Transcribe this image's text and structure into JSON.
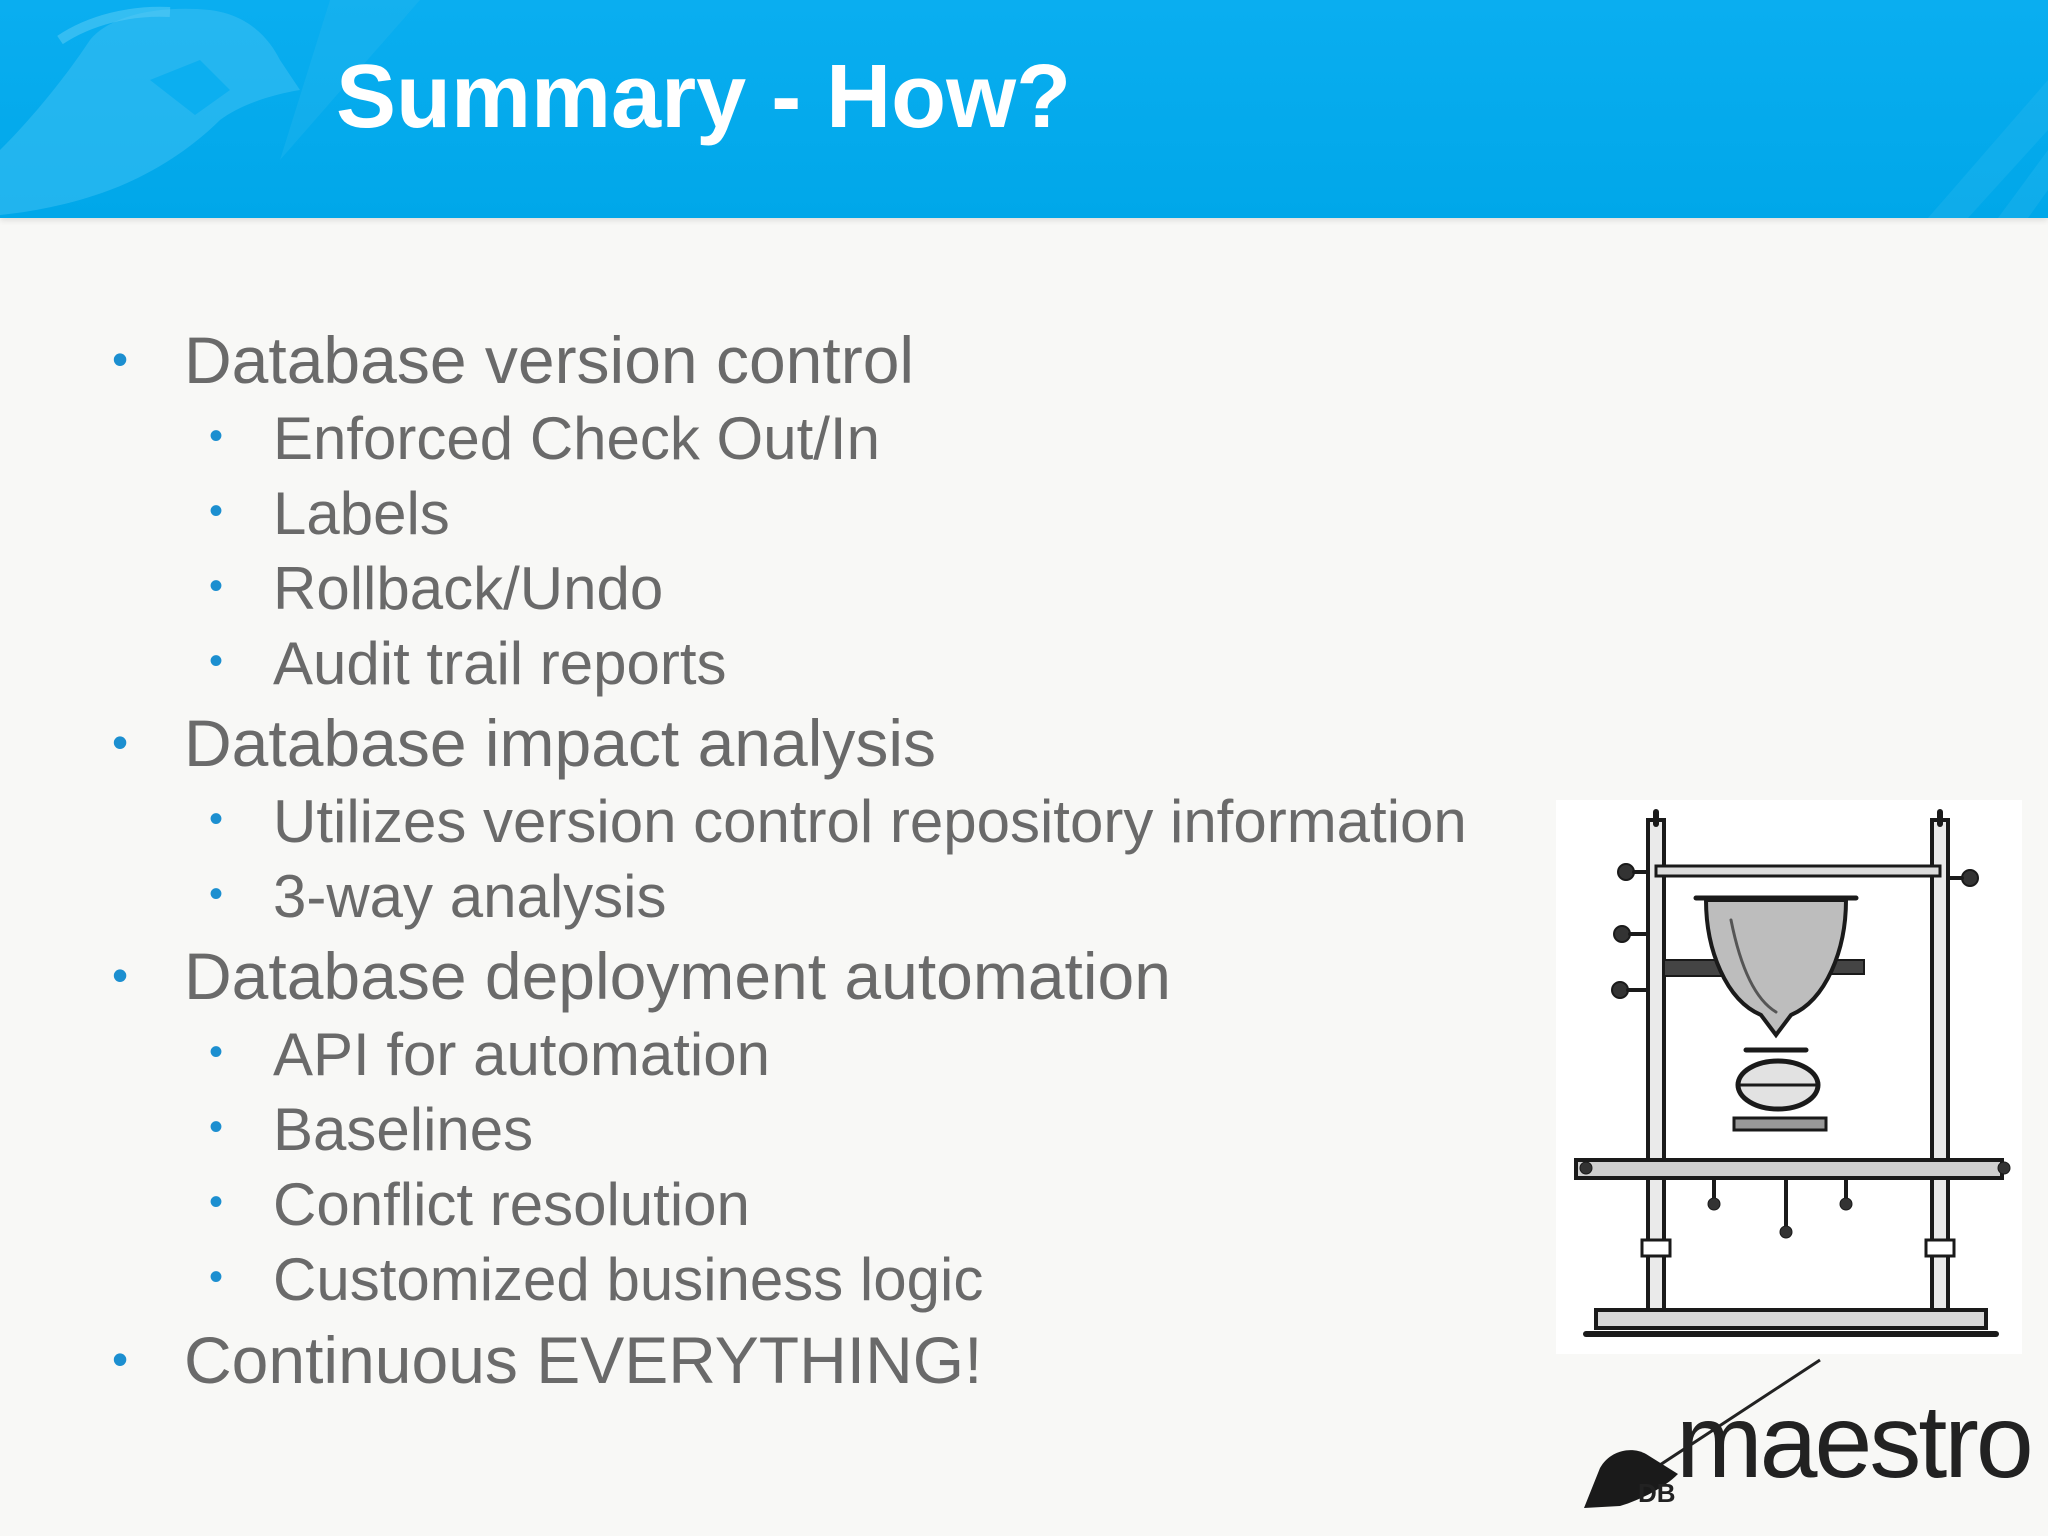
{
  "slide": {
    "title": "Summary - How?",
    "bullets": [
      {
        "text": "Database version control",
        "level": 1
      },
      {
        "text": "Enforced Check Out/In",
        "level": 2
      },
      {
        "text": "Labels",
        "level": 2
      },
      {
        "text": "Rollback/Undo",
        "level": 2
      },
      {
        "text": "Audit trail reports",
        "level": 2
      },
      {
        "text": "Database impact analysis",
        "level": 1
      },
      {
        "text": "Utilizes version control repository information",
        "level": 2
      },
      {
        "text": "3-way analysis",
        "level": 2
      },
      {
        "text": "Database deployment automation",
        "level": 1
      },
      {
        "text": "API for automation",
        "level": 2
      },
      {
        "text": "Baselines",
        "level": 2
      },
      {
        "text": "Conflict resolution",
        "level": 2
      },
      {
        "text": "Customized business logic",
        "level": 2
      },
      {
        "text": "Continuous EVERYTHING!",
        "level": 1
      }
    ],
    "bullet_glyph": "•"
  },
  "logo": {
    "prefix": "DB",
    "word": "maestro"
  },
  "colors": {
    "header": "#00a7e9",
    "title": "#ffffff",
    "bullet": "#1c8fd0",
    "text": "#6a6a6a",
    "background": "#f8f8f6"
  }
}
